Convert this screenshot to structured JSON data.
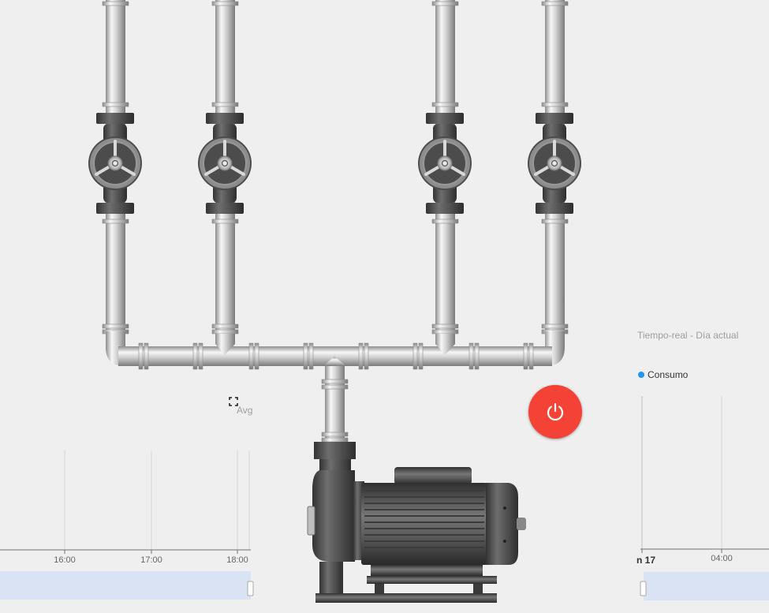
{
  "power_button": {
    "icon": "power-icon",
    "color": "#f44336"
  },
  "avg_widget": {
    "label": "Avg",
    "handle_icon": "resize-handle-icon"
  },
  "chart_left": {
    "ticks": [
      "16:00",
      "17:00",
      "18:00"
    ]
  },
  "chart_right": {
    "title": "Tiempo-real - Día actual",
    "legend": "Consumo",
    "legend_color": "#2196f3",
    "date_label": "n 17",
    "ticks": [
      "04:00"
    ]
  },
  "chart_data": [
    {
      "type": "line",
      "x": [
        "16:00",
        "17:00",
        "18:00"
      ],
      "series": [],
      "grid": true
    },
    {
      "type": "line",
      "title": "Tiempo-real - Día actual",
      "x": [
        "04:00"
      ],
      "series": [
        {
          "name": "Consumo",
          "values": []
        }
      ],
      "legend": "top-left",
      "grid": true
    }
  ],
  "colors": {
    "background": "#efefef",
    "pipe": "#d8d8d8",
    "valve_body": "#555555",
    "navigator": "#dae3f3"
  }
}
